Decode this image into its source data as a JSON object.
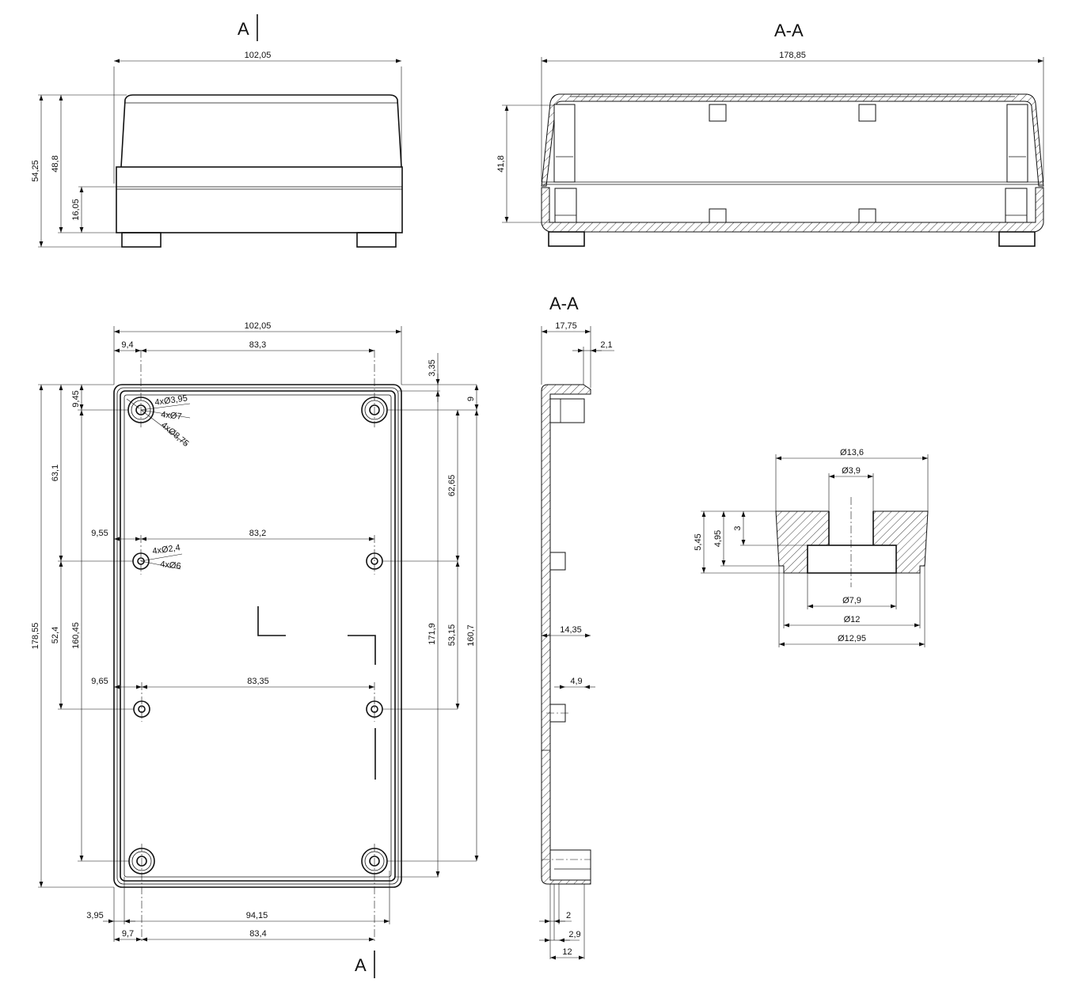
{
  "section_labels": {
    "a_top": "A",
    "a_bottom": "A",
    "aa_front": "A-A",
    "aa_side": "A-A"
  },
  "front_view": {
    "width": "102,05",
    "height_total": "54,25",
    "height_body": "48,8",
    "height_lower": "16,05"
  },
  "section_long": {
    "length": "178,85",
    "height": "41,8"
  },
  "top_view": {
    "width": "102,05",
    "edge_x_top": "9,4",
    "holes_top_span": "83,3",
    "edge_x_mid": "9,55",
    "holes_mid_span": "83,2",
    "edge_x_low": "9,65",
    "holes_low_span": "83,35",
    "edge_x_bottom": "9,7",
    "holes_bottom_span": "83,4",
    "wall_offset": "3,95",
    "inner_width": "94,15",
    "top_gap": "3,35",
    "right_top_offset": "9",
    "left_top_offset": "9,45",
    "left_upper_span": "63,1",
    "left_lower_span": "52,4",
    "left_inner_span": "160,45",
    "left_total": "178,55",
    "right_upper_span": "62,65",
    "right_lower_span": "53,15",
    "right_inner_span": "171,9",
    "right_total": "160,7",
    "callout_1": "4xØ3,95",
    "callout_2": "4xØ7",
    "callout_3": "4xØ8,75",
    "callout_4": "4xØ2,4",
    "callout_5": "4xØ6"
  },
  "section_side": {
    "width": "17,75",
    "lip": "2,1",
    "inner_depth": "14,35",
    "boss": "4,9",
    "foot_a": "2",
    "foot_b": "2,9",
    "foot_c": "12"
  },
  "foot_detail": {
    "outer_top": "Ø13,6",
    "hole": "Ø3,9",
    "height_total": "5,45",
    "height_mid": "4,95",
    "height_top": "3",
    "recess": "Ø7,9",
    "base": "Ø12",
    "outer_bottom": "Ø12,95"
  }
}
